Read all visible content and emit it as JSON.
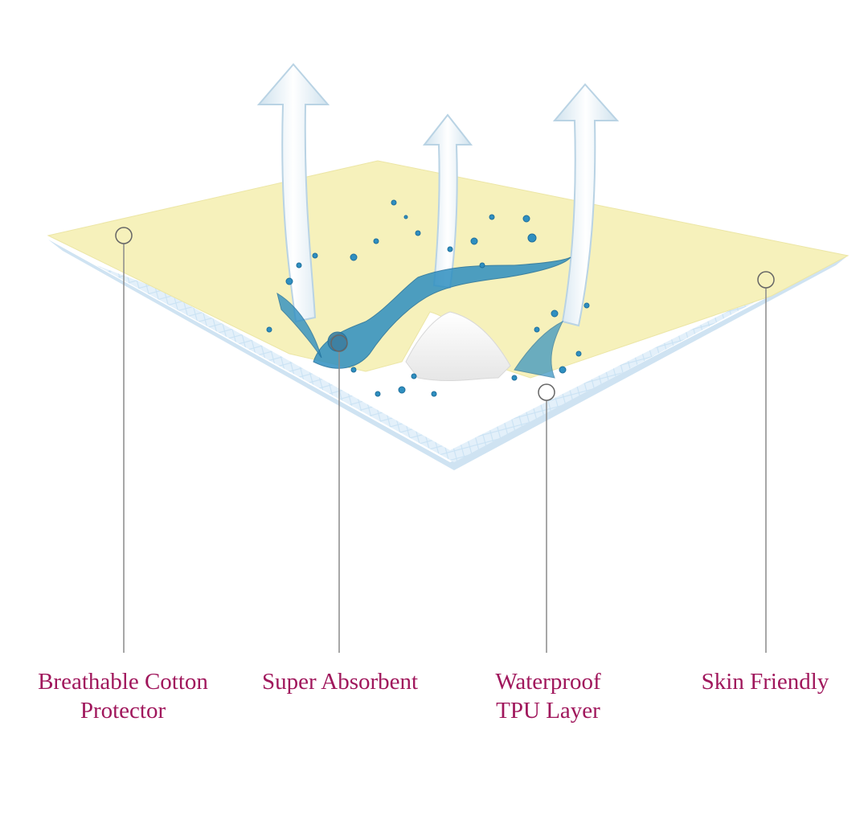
{
  "features": [
    {
      "id": "breathable",
      "lines": [
        "Breathable Cotton",
        "Protector"
      ],
      "icon": "circle-marker-icon"
    },
    {
      "id": "absorbent",
      "lines": [
        "Super Absorbent"
      ],
      "icon": "circle-marker-icon"
    },
    {
      "id": "waterproof",
      "lines": [
        "Waterproof",
        "TPU Layer"
      ],
      "icon": "circle-marker-icon"
    },
    {
      "id": "skin",
      "lines": [
        "Skin Friendly"
      ],
      "icon": "circle-marker-icon"
    }
  ],
  "colors": {
    "label": "#a0175c",
    "top_layer": "#f5f0b5",
    "absorbent_layer": "#dfeef8",
    "inner_sheet": "#ffffff",
    "splash": "#2f8fc0",
    "arrow": "#e8f2f8",
    "leader_line": "#8a8a8a"
  }
}
